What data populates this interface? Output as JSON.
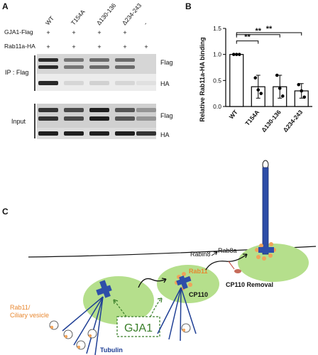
{
  "panel_a": {
    "label": "A",
    "row_labels": {
      "flag": "GJA1-Flag",
      "ha": "Rab11a-HA"
    },
    "lanes": [
      {
        "name": "WT",
        "flag": "+",
        "ha": "+"
      },
      {
        "name": "T154A",
        "flag": "+",
        "ha": "+"
      },
      {
        "name": "Δ130-136",
        "flag": "+",
        "ha": "+"
      },
      {
        "name": "Δ234-243",
        "flag": "+",
        "ha": "+"
      },
      {
        "name": "-",
        "flag": "",
        "ha": "+"
      }
    ],
    "groups": {
      "ip": "IP : Flag",
      "input": "Input"
    },
    "blots": [
      "Flag",
      "HA",
      "Flag",
      "HA"
    ],
    "band_intensity": {
      "ip_flag": [
        0.9,
        0.55,
        0.6,
        0.6,
        0.1
      ],
      "ip_ha": [
        0.9,
        0.1,
        0.12,
        0.1,
        0.05
      ],
      "input_flag": [
        0.85,
        0.75,
        0.95,
        0.7,
        0.4
      ],
      "input_ha": [
        0.95,
        0.95,
        0.95,
        0.95,
        0.85
      ]
    }
  },
  "panel_b": {
    "label": "B"
  },
  "chart_data": {
    "type": "bar",
    "categories": [
      "WT",
      "T154A",
      "Δ130-136",
      "Δ234-243"
    ],
    "values": [
      1.0,
      0.38,
      0.38,
      0.3
    ],
    "errors": [
      0.0,
      0.22,
      0.22,
      0.14
    ],
    "points": [
      [
        1.0,
        1.0,
        1.0
      ],
      [
        0.55,
        0.32,
        0.25
      ],
      [
        0.6,
        0.35,
        0.2
      ],
      [
        0.42,
        0.3,
        0.18
      ]
    ],
    "ylabel": "Relative Rab11a-HA binding",
    "ylim": [
      0,
      1.5
    ],
    "yticks": [
      "0.0",
      "0.5",
      "1.0",
      "1.5"
    ],
    "significance": [
      {
        "from": 0,
        "to": 1,
        "label": "**"
      },
      {
        "from": 0,
        "to": 2,
        "label": "**"
      },
      {
        "from": 0,
        "to": 3,
        "label": "**"
      }
    ],
    "colors": {
      "bar_fill": "#ffffff",
      "bar_stroke": "#000000",
      "points": "#000000"
    }
  },
  "panel_c": {
    "label": "C",
    "labels": {
      "rab11_vesicle_line1": "Rab11/",
      "rab11_vesicle_line2": "Ciliary vesicle",
      "gja1": "GJA1",
      "tubulin": "Tubulin",
      "rabin8": "Rabin8",
      "rab8a": "Rab8a",
      "rab11": "Rab11",
      "cp110": "CP110",
      "cp110_removal": "CP110 Removal"
    },
    "colors": {
      "cell_green": "#b5df8c",
      "centriole_blue": "#2e4ea8",
      "vesicle_orange": "#f0a35a",
      "label_orange": "#e8872f",
      "gja1_green": "#3a7f2a",
      "tubulin_blue": "#1f3f95"
    }
  }
}
